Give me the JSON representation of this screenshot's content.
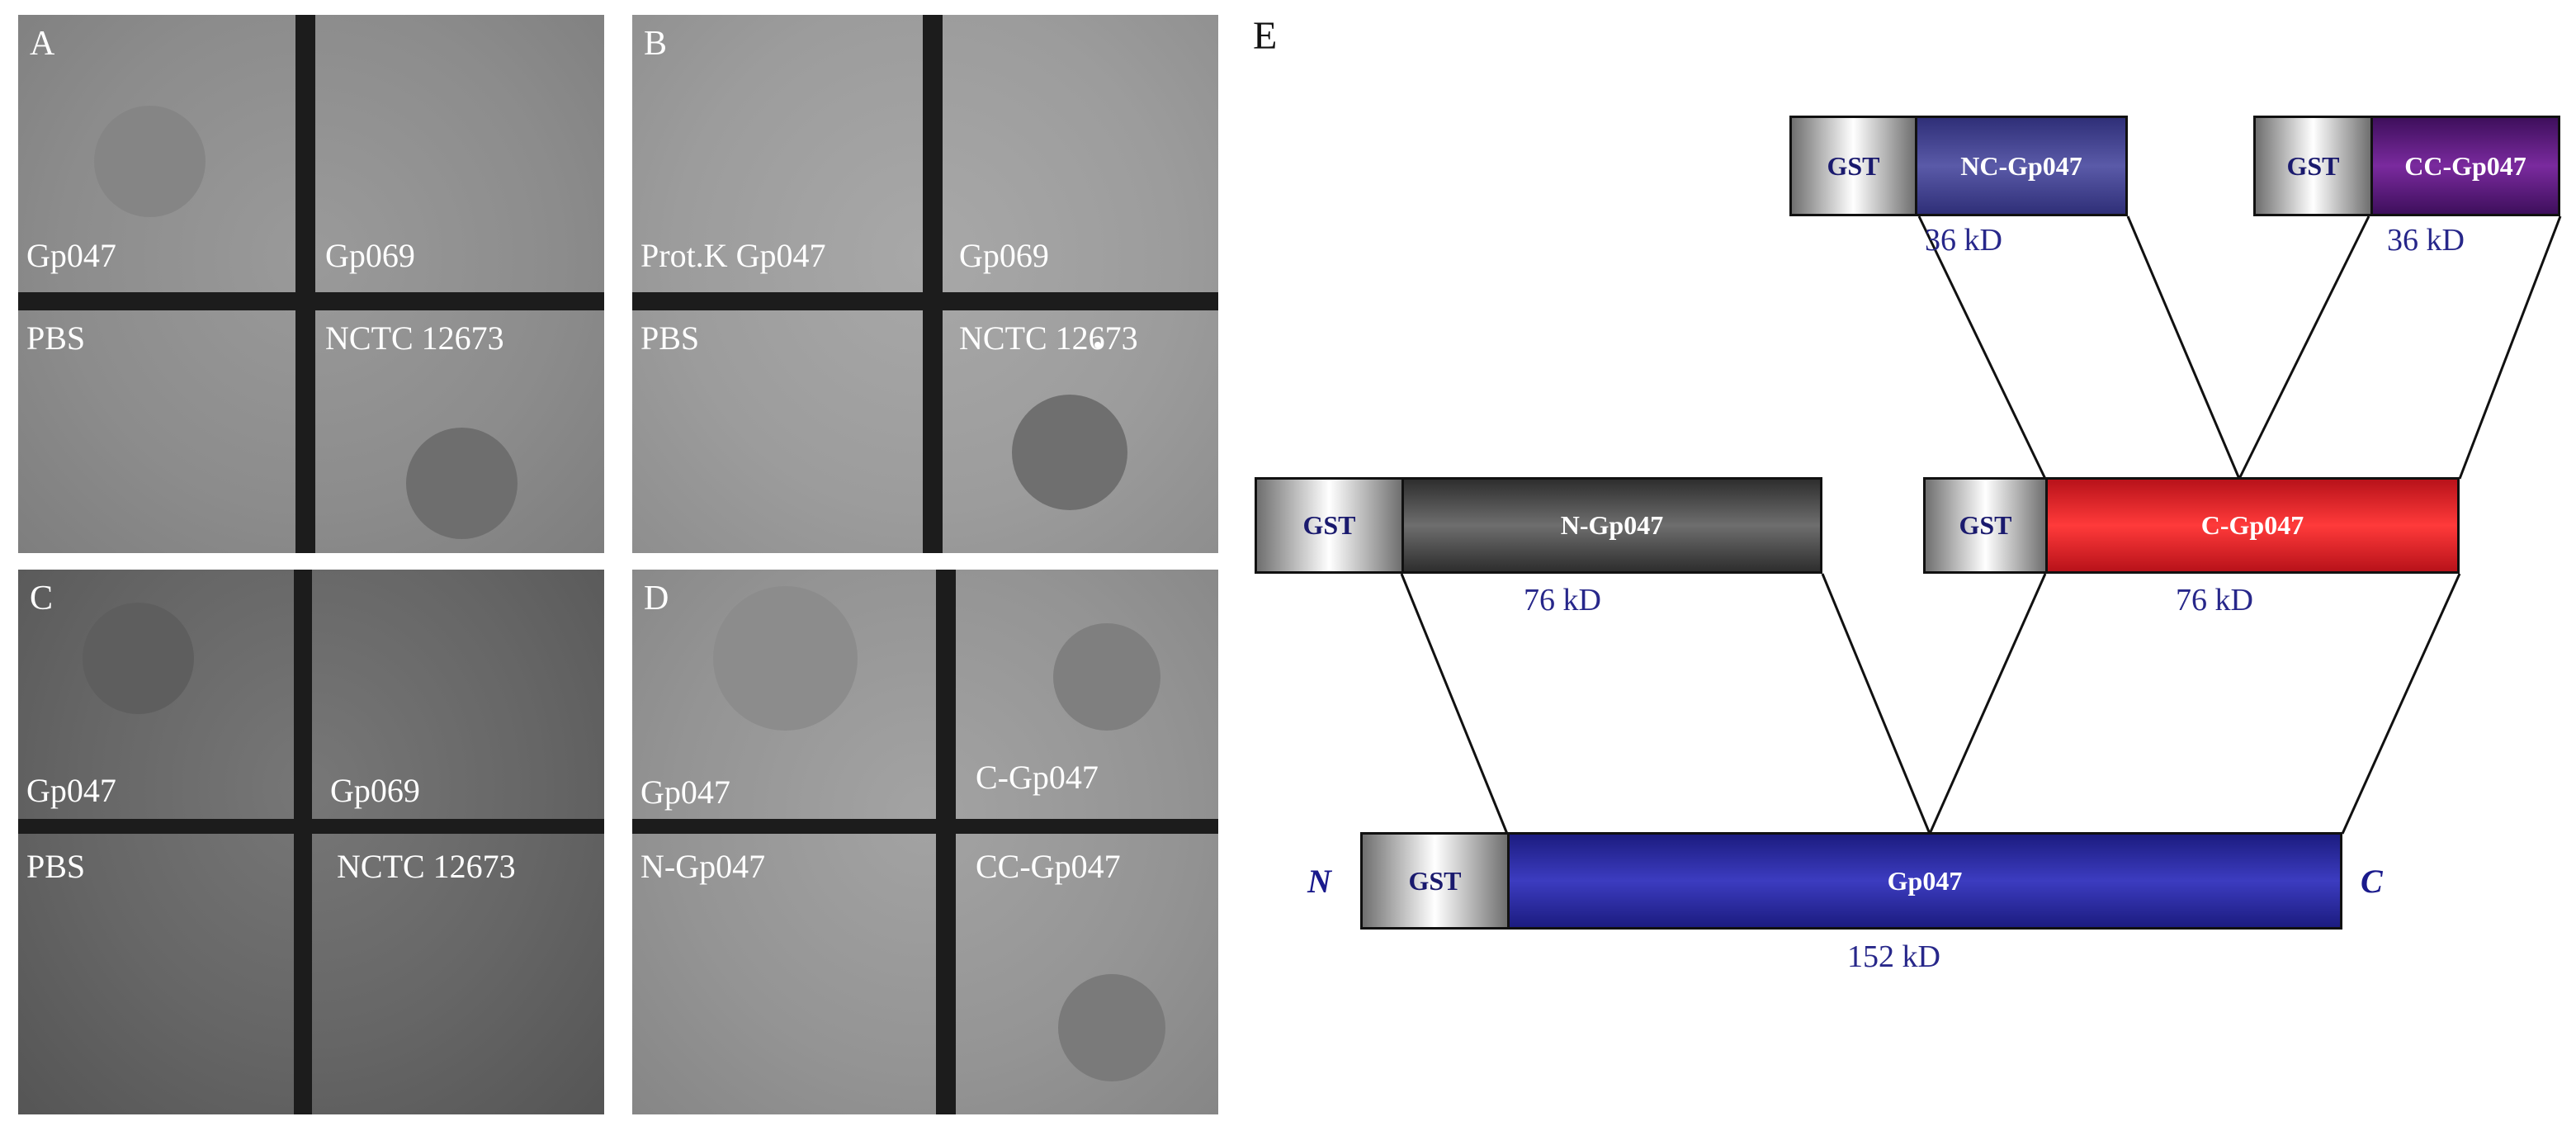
{
  "panels": {
    "a": {
      "letter": "A",
      "top_left": "Gp047",
      "top_right": "Gp069",
      "bottom_left": "PBS",
      "bottom_right": "NCTC 12673"
    },
    "b": {
      "letter": "B",
      "top_left": "Prot.K Gp047",
      "top_right": "Gp069",
      "bottom_left": "PBS",
      "bottom_right": "NCTC 12673"
    },
    "c": {
      "letter": "C",
      "top_left": "Gp047",
      "top_right": "Gp069",
      "bottom_left": "PBS",
      "bottom_right": "NCTC 12673"
    },
    "d": {
      "letter": "D",
      "top_left": "Gp047",
      "top_right": "C-Gp047",
      "bottom_left": "N-Gp047",
      "bottom_right": "CC-Gp047"
    }
  },
  "diagram": {
    "letter": "E",
    "gst_label": "GST",
    "full": {
      "label": "Gp047",
      "size": "152 kD",
      "n_term": "N",
      "c_term": "C",
      "color": "#2a2a9a"
    },
    "n_half": {
      "label": "N-Gp047",
      "size": "76 kD",
      "color": "#4a4a4a"
    },
    "c_half": {
      "label": "C-Gp047",
      "size": "76 kD",
      "color": "#e8202a"
    },
    "nc_quarter": {
      "label": "NC-Gp047",
      "size": "36 kD",
      "color": "#3f3f8c"
    },
    "cc_quarter": {
      "label": "CC-Gp047",
      "size": "36 kD",
      "color": "#5a1a7a"
    }
  }
}
